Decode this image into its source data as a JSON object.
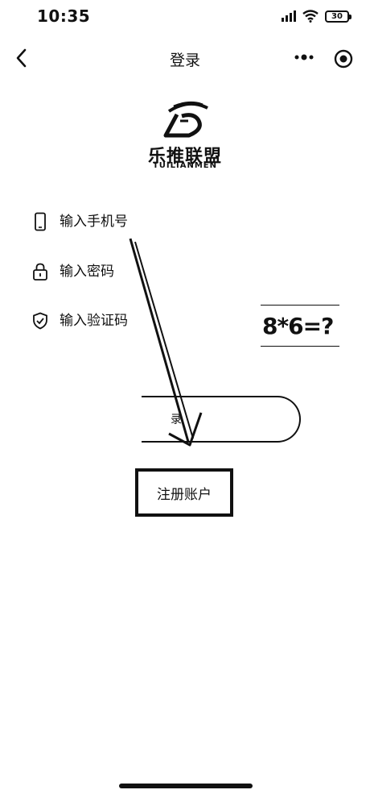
{
  "status_bar": {
    "time": "10:35",
    "battery": "30"
  },
  "nav": {
    "title": "登录",
    "back_icon": "chevron-left-icon",
    "more_icon": "more-dots-icon",
    "close_icon": "target-close-icon"
  },
  "logo": {
    "name": "乐推联盟",
    "subtitle": "TUILIANMEN"
  },
  "form": {
    "phone_placeholder": "输入手机号",
    "password_placeholder": "输入密码",
    "captcha_placeholder": "输入验证码",
    "captcha_text": "8*6=?"
  },
  "buttons": {
    "login_label": "录",
    "register_label": "注册账户"
  }
}
